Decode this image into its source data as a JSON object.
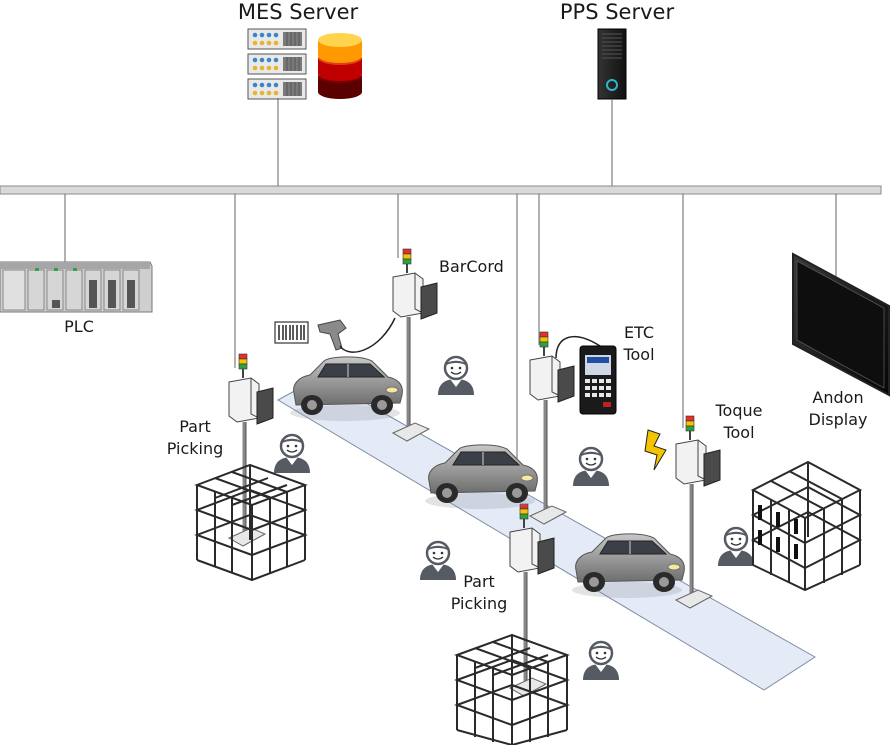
{
  "servers": {
    "mes_label": "MES Server",
    "pps_label": "PPS Server"
  },
  "labels": {
    "plc": "PLC",
    "barcode": "BarCord",
    "etc_line1": "ETC",
    "etc_line2": "Tool",
    "andon_line1": "Andon",
    "andon_line2": "Display",
    "toque_line1": "Toque",
    "toque_line2": "Tool",
    "part_picking_1_line1": "Part",
    "part_picking_1_line2": "Picking",
    "part_picking_2_line1": "Part",
    "part_picking_2_line2": "Picking"
  },
  "colors": {
    "network_bus": "#d9d9d9",
    "conveyor": "#e4ebf7",
    "car_body": "#9a9a9a",
    "db_top": "#ffc000",
    "db_mid": "#c00000",
    "db_bottom": "#5a0000"
  }
}
